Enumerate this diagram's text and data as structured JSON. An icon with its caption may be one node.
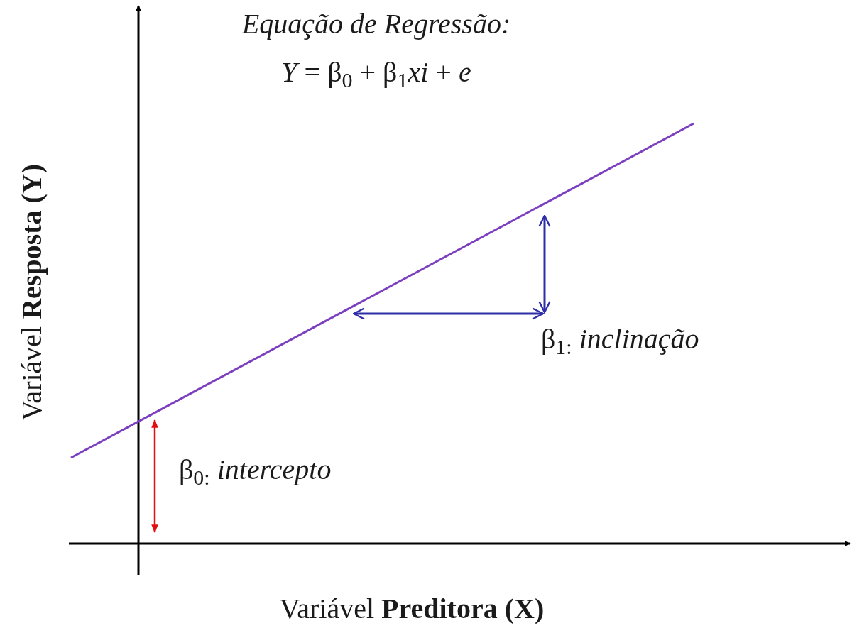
{
  "diagram": {
    "labels": [
      "Equação de Regressão:",
      "*Y* = β$_{0}$ + β$_{1}$*xi* + *e*",
      "β$_{1:}$ *inclinação*",
      "β$_{0:}$ *intercepto*",
      "Variável **Resposta (Y)**",
      "Variável **Preditora (X)**"
    ]
  }
}
